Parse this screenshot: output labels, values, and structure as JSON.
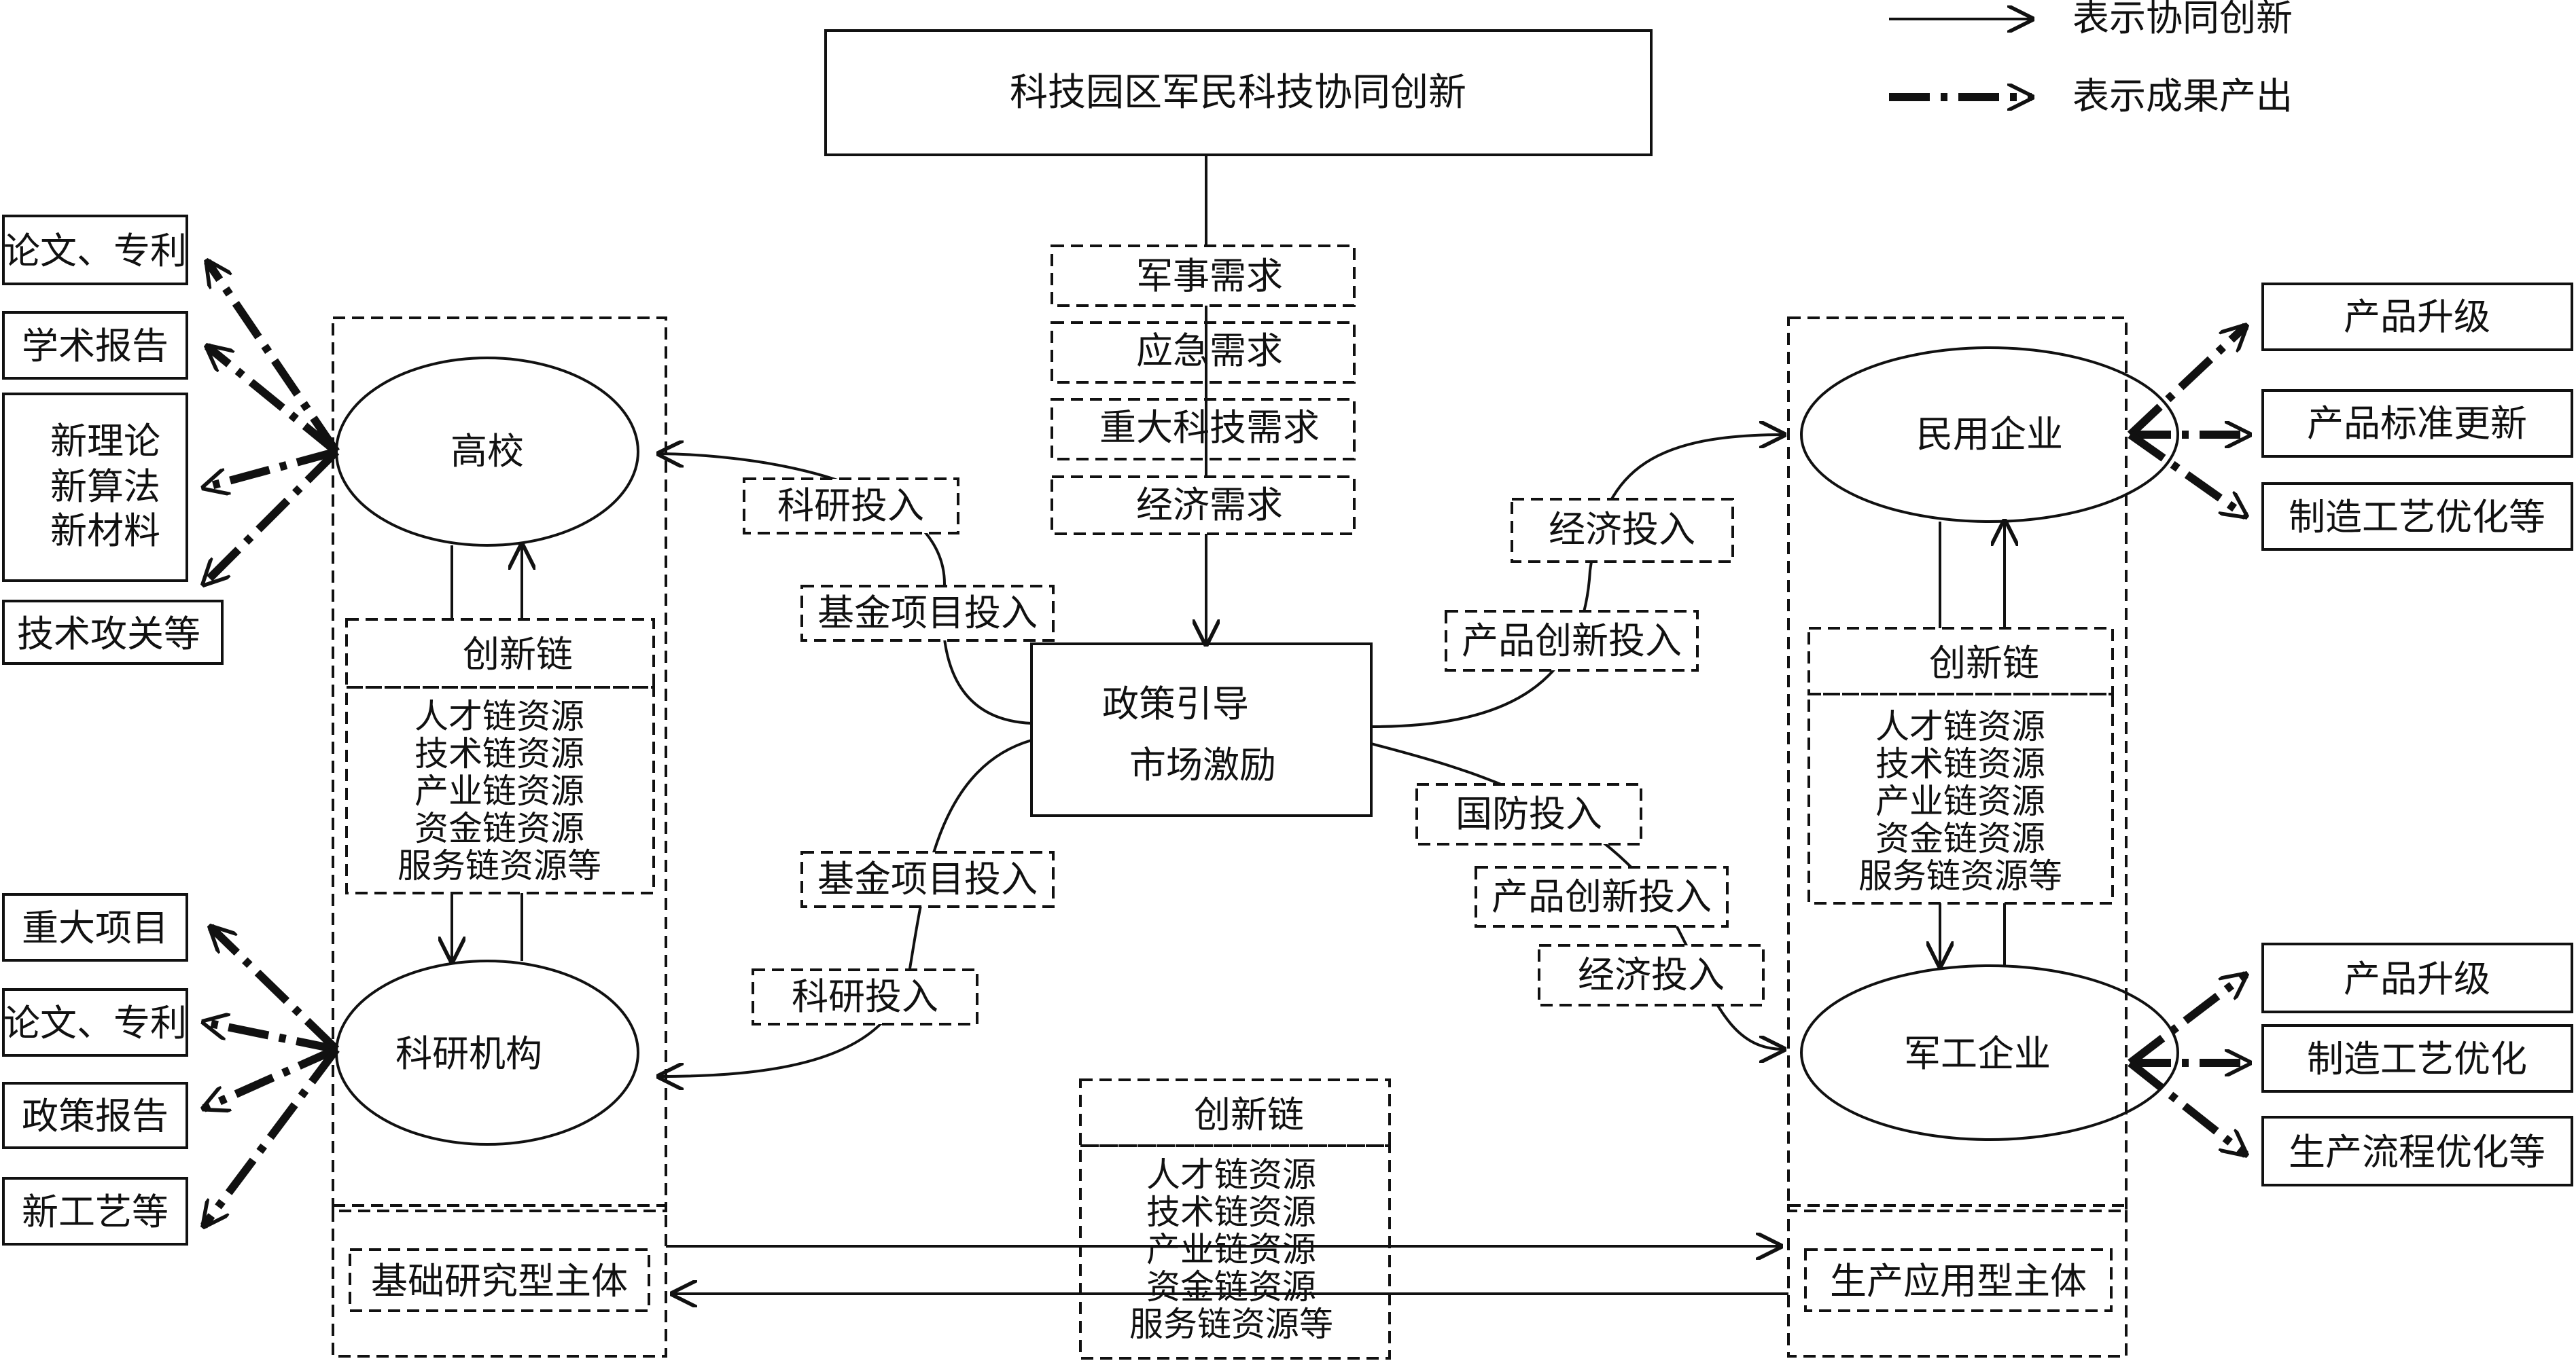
{
  "legend": {
    "solid_label": "表示协同创新",
    "dash_label": "表示成果产出"
  },
  "title": "科技园区军民科技协同创新",
  "demands": [
    "军事需求",
    "应急需求",
    "重大科技需求",
    "经济需求"
  ],
  "center": {
    "line1": "政策引导",
    "line2": "市场激励"
  },
  "labels": {
    "keyan_touru": "科研投入",
    "jijin_xiangmu": "基金项目投入",
    "jingji_touru": "经济投入",
    "chanpin_chuangxin": "产品创新投入",
    "guofang_touru": "国防投入",
    "chuangxin_lian": "创新链"
  },
  "resources": [
    "人才链资源",
    "技术链资源",
    "产业链资源",
    "资金链资源",
    "服务链资源等"
  ],
  "entities": {
    "gaoxiao": "高校",
    "keyan_jigou": "科研机构",
    "minyong_qiye": "民用企业",
    "jungong_qiye": "军工企业"
  },
  "groups": {
    "basic": "基础研究型主体",
    "applied": "生产应用型主体"
  },
  "outputs_gaoxiao": [
    "论文、专利",
    "学术报告",
    "新理论",
    "新算法",
    "新材料",
    "技术攻关等"
  ],
  "outputs_keyan": [
    "重大项目",
    "论文、专利",
    "政策报告",
    "新工艺等"
  ],
  "outputs_minyong": [
    "产品升级",
    "产品标准更新",
    "制造工艺优化等"
  ],
  "outputs_jungong": [
    "产品升级",
    "制造工艺优化",
    "生产流程优化等"
  ],
  "colors": {
    "line": "#111111",
    "background": "#ffffff"
  }
}
